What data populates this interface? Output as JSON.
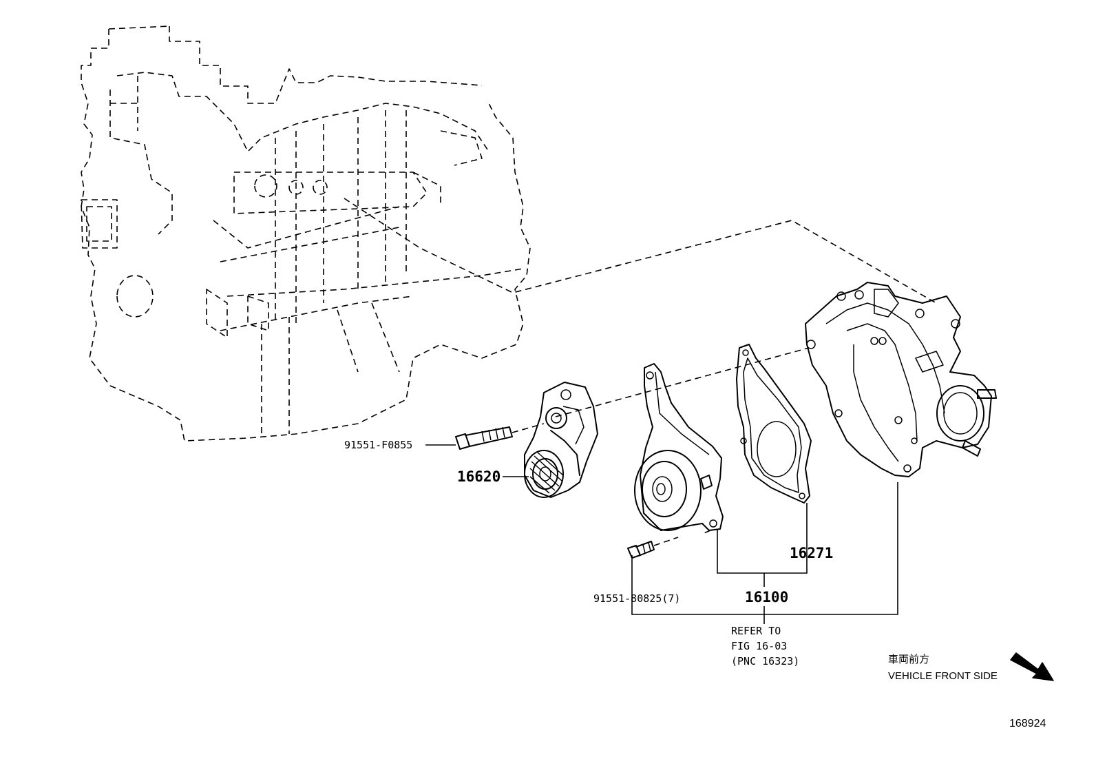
{
  "labels": {
    "bolt_tensioner": "91551-F0855",
    "tensioner": "16620",
    "gasket": "16271",
    "bolt_pump": "91551-80825(7)",
    "water_pump_assy": "16100",
    "refer_line1": "REFER TO",
    "refer_line2": "FIG 16-03",
    "refer_line3": "(PNC 16323)",
    "front_jp": "車両前方",
    "front_en": "VEHICLE FRONT SIDE",
    "figure_number": "168924"
  },
  "icons": {
    "front_arrow": "arrow-down-right-icon"
  },
  "colors": {
    "line": "#000000",
    "background": "#ffffff"
  }
}
